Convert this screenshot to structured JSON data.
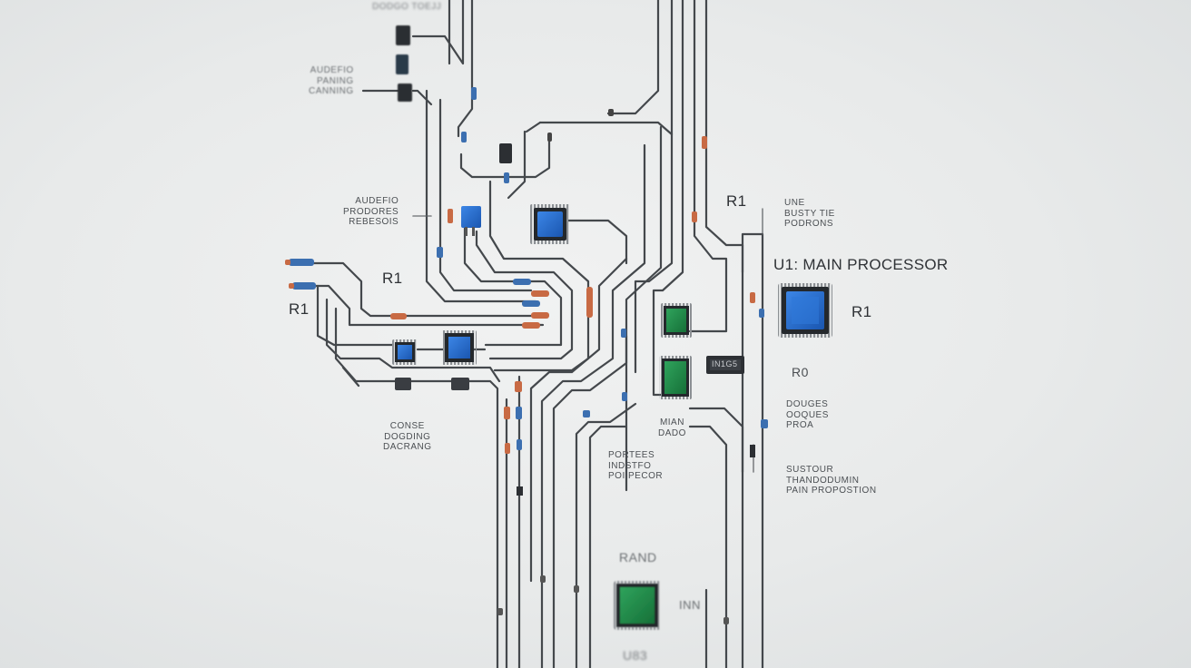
{
  "labels": {
    "u1_main_processor": "U1: MAIN PROCESSOR",
    "r1_top_right": "R1",
    "r1_right": "R1",
    "r1_left_mid": "R1",
    "r1_far_left": "R1",
    "r0": "R0",
    "rand": "RAND",
    "u83": "U83",
    "inn": "INN",
    "chip_marking": "IN1G5",
    "main_dado": "MIAN\nDADO",
    "audefio_prodores": "AUDEFIO\nPRODORES\nREBESOIS",
    "audefio_top": "AUDEFIO\nPANING\nCANNING",
    "top_cut": "DODGO TOEJJ",
    "conse_daganing": "CONSE\nDOGDING\nDACRANG",
    "une_busity": "UNE\nBUSTY TIE\nPODRONS",
    "douges_ooques": "DOUGES\nOOQUES\nPROA",
    "portees_pois": "PORTEES\nINDSTFO\nPOI PECOR",
    "sustour_thanro": "SUSTOUR\nTHANDODUMIN\nPAIN PROPOSTION"
  },
  "colors": {
    "background": "#e9ebeb",
    "wire": "#44484c",
    "chip_blue": "#2466c9",
    "chip_green": "#1f8a48",
    "chip_dark": "#3a3d42",
    "resistor_orange": "#c86a44",
    "resistor_blue": "#3c6fb0"
  },
  "icons": {
    "blue_chip": "qfp-chip-blue",
    "green_chip": "qfp-chip-green",
    "resistor": "resistor",
    "capacitor": "capacitor-dark",
    "display": "led-display"
  }
}
